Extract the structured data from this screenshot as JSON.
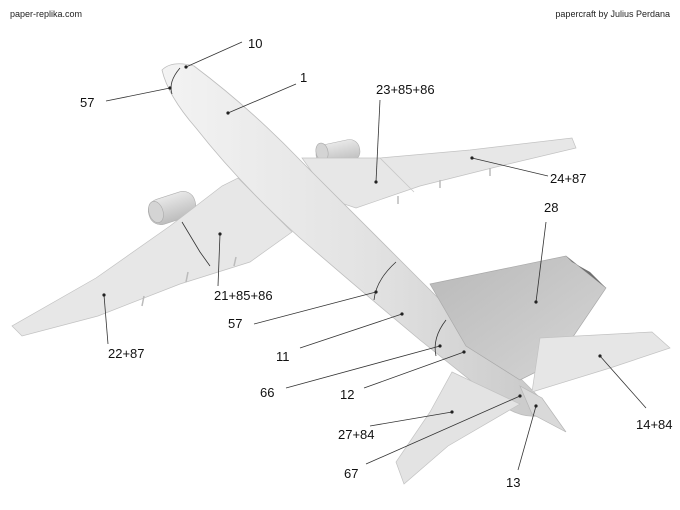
{
  "header": {
    "site": "paper-replika.com",
    "credit": "papercraft by Julius Perdana"
  },
  "callouts": [
    {
      "id": "c10a",
      "text": "10"
    },
    {
      "id": "c1",
      "text": "1"
    },
    {
      "id": "c57a",
      "text": "57"
    },
    {
      "id": "c23",
      "text": "23+85+86"
    },
    {
      "id": "c24",
      "text": "24+87"
    },
    {
      "id": "c28",
      "text": "28"
    },
    {
      "id": "c21",
      "text": "21+85+86"
    },
    {
      "id": "c57b",
      "text": "57"
    },
    {
      "id": "c22",
      "text": "22+87"
    },
    {
      "id": "c11",
      "text": "11"
    },
    {
      "id": "c66",
      "text": "66"
    },
    {
      "id": "c12",
      "text": "12"
    },
    {
      "id": "c27",
      "text": "27+84"
    },
    {
      "id": "c14",
      "text": "14+84"
    },
    {
      "id": "c67",
      "text": "67"
    },
    {
      "id": "c13",
      "text": "13"
    }
  ]
}
